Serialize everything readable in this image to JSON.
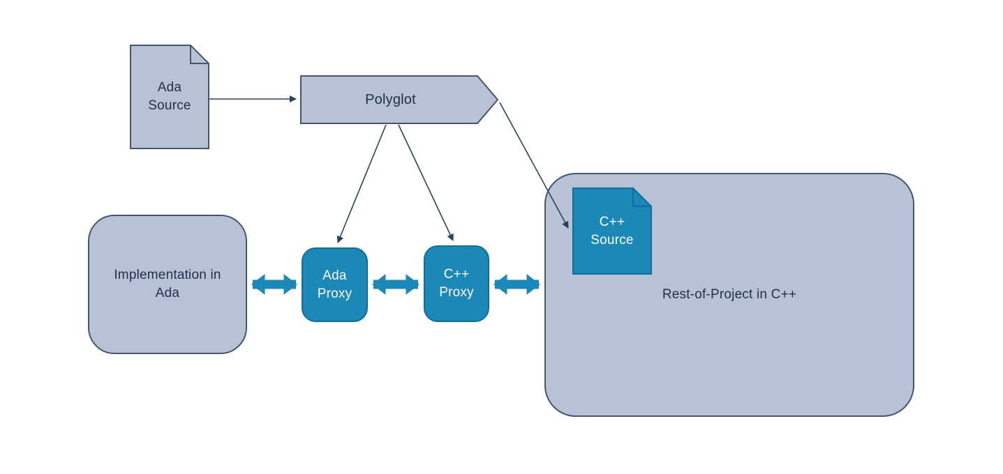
{
  "diagram": {
    "nodes": {
      "ada_source": {
        "label": "Ada Source"
      },
      "polyglot": {
        "label": "Polyglot"
      },
      "implementation_in_ada": {
        "label": "Implementation in Ada"
      },
      "ada_proxy": {
        "label": "Ada Proxy"
      },
      "cpp_proxy": {
        "label": "C++ Proxy"
      },
      "cpp_source": {
        "label": "C++ Source"
      },
      "rest_of_project": {
        "label": "Rest-of-Project in C++"
      }
    },
    "edges": [
      {
        "from": "ada_source",
        "to": "polyglot",
        "style": "thin-arrow"
      },
      {
        "from": "polyglot",
        "to": "ada_proxy",
        "style": "thin-arrow"
      },
      {
        "from": "polyglot",
        "to": "cpp_proxy",
        "style": "thin-arrow"
      },
      {
        "from": "polyglot",
        "to": "cpp_source",
        "style": "thin-arrow"
      },
      {
        "from": "implementation_in_ada",
        "to": "ada_proxy",
        "style": "thick-double-arrow"
      },
      {
        "from": "ada_proxy",
        "to": "cpp_proxy",
        "style": "thick-double-arrow"
      },
      {
        "from": "cpp_proxy",
        "to": "rest_of_project",
        "style": "thick-double-arrow"
      }
    ],
    "colors": {
      "box_fill": "#b9c1d4",
      "box_border": "#44566e",
      "teal_fill": "#1b88b8",
      "teal_border": "#116e99",
      "thin_arrow": "#27425f",
      "thick_arrow": "#1b88b8",
      "text_dark": "#20304d",
      "text_light": "#ffffff",
      "background": "#ffffff"
    }
  }
}
